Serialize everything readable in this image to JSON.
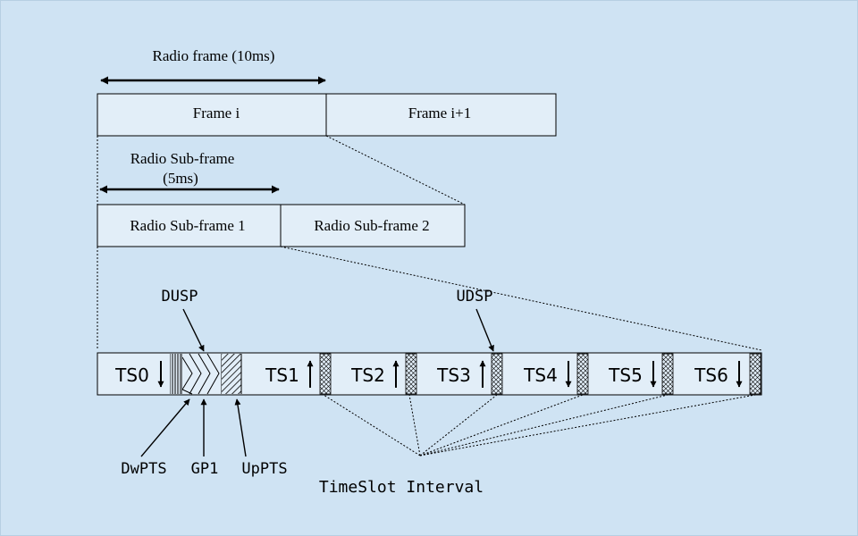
{
  "colors": {
    "background": "#cfe3f3",
    "box_fill": "#e2eef8",
    "line": "#000000"
  },
  "radio_frame": {
    "duration_label": "Radio frame  (10ms)",
    "frame_i": "Frame  i",
    "frame_i_plus_1": "Frame  i+1"
  },
  "sub_frame": {
    "caption_line1": "Radio Sub-frame",
    "caption_line2": "(5ms)",
    "sub_frame_1": "Radio Sub-frame 1",
    "sub_frame_2": "Radio Sub-frame  2"
  },
  "timeslots": [
    {
      "label": "TS0",
      "direction": "down"
    },
    {
      "label": "TS1",
      "direction": "up"
    },
    {
      "label": "TS2",
      "direction": "up"
    },
    {
      "label": "TS3",
      "direction": "up"
    },
    {
      "label": "TS4",
      "direction": "down"
    },
    {
      "label": "TS5",
      "direction": "down"
    },
    {
      "label": "TS6",
      "direction": "down"
    }
  ],
  "special_fields": {
    "dusp": "DUSP",
    "udsp": "UDSP",
    "dwpts": "DwPTS",
    "gp1": "GP1",
    "uppts": "UpPTS",
    "timeslot_interval": "TimeSlot Interval"
  }
}
